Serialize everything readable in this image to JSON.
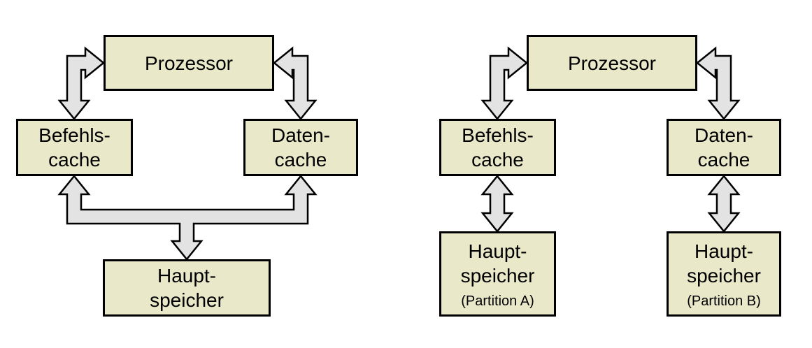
{
  "diagram_left": {
    "processor_label": "Prozessor",
    "instruction_cache_label": "Befehls-\ncache",
    "data_cache_label": "Daten-\ncache",
    "main_memory_label": "Haupt-\nspeicher"
  },
  "diagram_right": {
    "processor_label": "Prozessor",
    "instruction_cache_label": "Befehls-\ncache",
    "data_cache_label": "Daten-\ncache",
    "main_memory_a_label": "Haupt-\nspeicher",
    "main_memory_a_sub": "(Partition A)",
    "main_memory_b_label": "Haupt-\nspeicher",
    "main_memory_b_sub": "(Partition B)"
  },
  "colors": {
    "box_fill": "#e9e9ca",
    "box_border": "#000000",
    "arrow_fill": "#e3e3e3",
    "arrow_border": "#000000",
    "background": "#ffffff",
    "text": "#000000"
  }
}
